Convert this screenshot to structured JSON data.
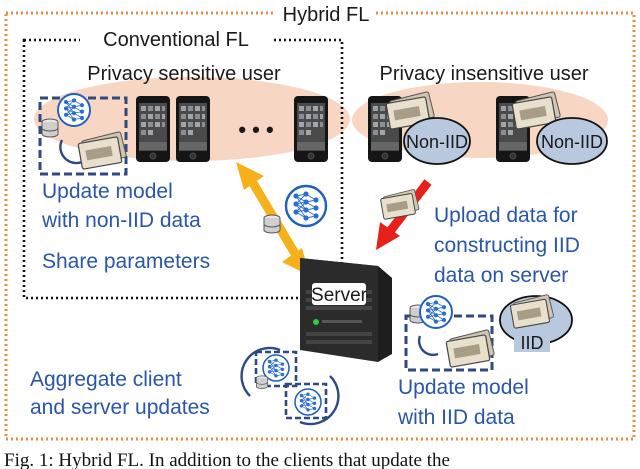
{
  "hybrid_label": "Hybrid FL",
  "conventional_label": "Conventional FL",
  "sensitive_label": "Privacy sensitive user",
  "insensitive_label": "Privacy insensitive user",
  "ellipsis": "• • •",
  "noniid_1": "Non-IID",
  "noniid_2": "Non-IID",
  "update_line1": "Update model",
  "update_line2": "with non-IID data",
  "share": "Share parameters",
  "upload_line1": "Upload data for",
  "upload_line2": "constructing IID",
  "upload_line3": "data on server",
  "server": "Server",
  "iid": "IID",
  "aggregate_line1": "Aggregate client",
  "aggregate_line2": "and server updates",
  "iid_update_line1": "Update model",
  "iid_update_line2": "with IID data",
  "caption": "Fig. 1: Hybrid FL. In addition to the clients that update the",
  "colors": {
    "orange_border": "#f08a3c",
    "peach": "#f8d6c4",
    "blue_text": "#2a56a8",
    "dashed_blue": "#2e4a80",
    "arrow_yellow": "#f6b019",
    "arrow_red": "#e8201a",
    "bubble": "#b8c8de"
  },
  "icons": [
    "smartphone-icon",
    "neural-network-icon",
    "database-icon",
    "data-card-icon",
    "server-icon",
    "cycle-arrow-icon"
  ]
}
